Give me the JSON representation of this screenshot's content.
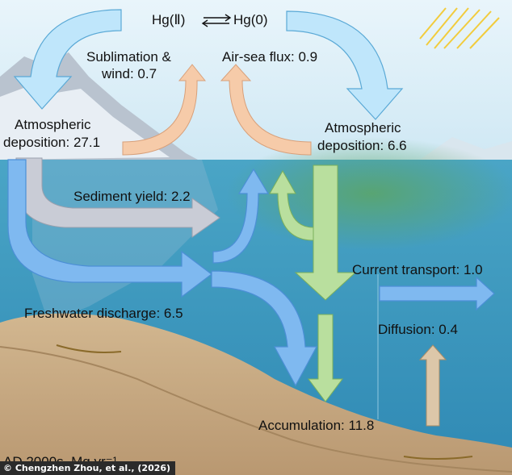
{
  "title": {
    "left": "Hg(Ⅱ)",
    "right": "Hg(0)",
    "arrows": "⇄"
  },
  "labels": {
    "sublimation": [
      "Sublimation &",
      "wind: 0.7"
    ],
    "air_sea": "Air-sea flux: 0.9",
    "atm_dep_left": [
      "Atmospheric",
      "deposition: 27.1"
    ],
    "atm_dep_right": [
      "Atmospheric",
      "deposition: 6.6"
    ],
    "sediment": "Sediment yield: 2.2",
    "current": "Current transport: 1.0",
    "freshwater": "Freshwater discharge: 6.5",
    "diffusion": "Diffusion: 0.4",
    "accumulation": "Accumulation: 11.8",
    "units": "AD 2000s, Mg yr⁻¹",
    "credit": "© Chengzhen Zhou, et al., (2026)"
  },
  "colors": {
    "sky_top": "#eef7fc",
    "sea": "#3e9ac1",
    "algae": "#5aa56a",
    "seabed": "#c9ad87",
    "blue_arrow": "#7fb9f0",
    "light_blue_arrow": "#bfe6fb",
    "peach_arrow": "#f6cba9",
    "grey_arrow": "#c9ccd6",
    "green_arrow": "#b9df9e",
    "tan_arrow": "#dcc7a9",
    "sun_rays": "#f2cc3c"
  }
}
